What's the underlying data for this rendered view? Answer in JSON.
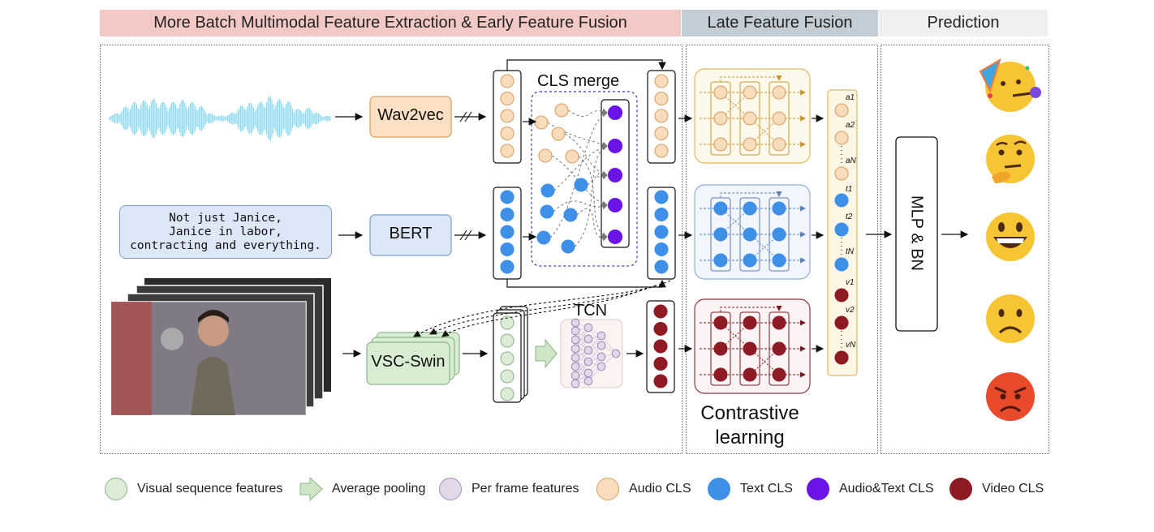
{
  "headers": {
    "stage1": "More Batch Multimodal Feature Extraction & Early Feature Fusion",
    "stage2": "Late Feature Fusion",
    "stage3": "Prediction"
  },
  "inputs": {
    "text_quote": [
      "Not just Janice,",
      "Janice in labor,",
      "contracting and everything."
    ]
  },
  "modules": {
    "wav2vec": "Wav2vec",
    "bert": "BERT",
    "vsc_swin": "VSC-Swin",
    "cls_merge": "CLS merge",
    "tcn": "TCN",
    "contrastive": [
      "Contrastive",
      "learning"
    ],
    "mlp": "MLP & BN"
  },
  "column_labels": {
    "audio": [
      "a1",
      "a2",
      "aN"
    ],
    "text": [
      "t1",
      "t2",
      "tN"
    ],
    "video": [
      "v1",
      "v2",
      "vN"
    ]
  },
  "legend": [
    {
      "label": "Visual sequence features",
      "shape": "circle",
      "fill": "#dcecd6",
      "stroke": "#8db58a"
    },
    {
      "label": "Average pooling",
      "shape": "arrow",
      "fill": "#cfe6c6",
      "stroke": "#8db58a"
    },
    {
      "label": "Per frame features",
      "shape": "circle",
      "fill": "#e2d8ea",
      "stroke": "#9f8fb8"
    },
    {
      "label": "Audio CLS",
      "shape": "circle",
      "fill": "#f8dcbc",
      "stroke": "#d8a060"
    },
    {
      "label": "Text CLS",
      "shape": "circle",
      "fill": "#3d8fe8",
      "stroke": "#3d8fe8"
    },
    {
      "label": "Audio&Text CLS",
      "shape": "circle",
      "fill": "#6a14e8",
      "stroke": "#6a14e8"
    },
    {
      "label": "Video CLS",
      "shape": "circle",
      "fill": "#8e1a24",
      "stroke": "#8e1a24"
    }
  ],
  "predictions": [
    "party-face-emoji",
    "thinking-face-emoji",
    "grinning-face-emoji",
    "frowning-face-emoji",
    "angry-face-emoji"
  ],
  "colors": {
    "audio": "#f8dcbc",
    "audio_stroke": "#d8a060",
    "text": "#3d8fe8",
    "merged": "#6a14e8",
    "video": "#8e1a24",
    "visual_seq": "#dcecd6",
    "frame": "#e2d8ea",
    "header1": "#f3c9c6",
    "header2": "#c3cdd6",
    "header3": "#efefef"
  }
}
